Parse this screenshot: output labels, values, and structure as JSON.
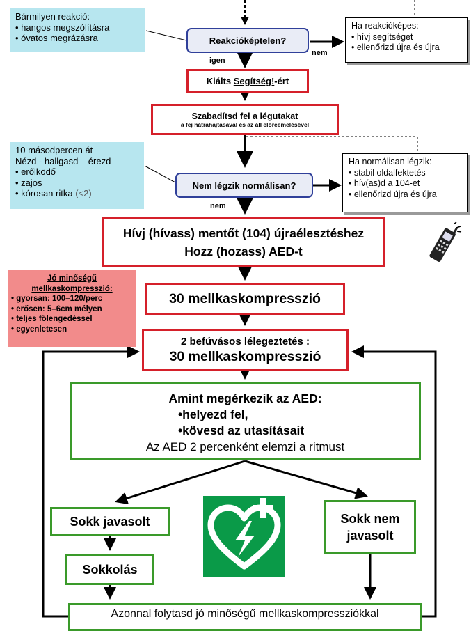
{
  "colors": {
    "red_border": "#d5202a",
    "green_border": "#3a9a2a",
    "blue_border": "#30409a",
    "note_bg": "#b7e6ef",
    "pink_bg": "#f28b8b",
    "aed_green": "#0a9a48"
  },
  "note_reaction": {
    "title": "Bármilyen reakció:",
    "items": [
      "• hangos megszólításra",
      "• óvatos megrázásra"
    ]
  },
  "decision_unresponsive": {
    "label": "Reakcióképtelen?",
    "yes_label": "igen",
    "no_label": "nem"
  },
  "side_responsive": {
    "title": "Ha reakcióképes:",
    "items": [
      "• hívj segítséget",
      "• ellenőrizd újra és újra"
    ]
  },
  "step_shout": {
    "prefix": "Kiálts ",
    "emph": "Segítség!",
    "suffix": "-ért"
  },
  "step_airway": {
    "line1": "Szabadítsd fel a légutakat",
    "line2": "a fej hátrahajtásával és az áll előreemelésével"
  },
  "note_breathing": {
    "items": [
      "10 másodpercen át",
      "Nézd - hallgasd – érezd",
      "• erőlködő",
      "• zajos"
    ],
    "last_prefix": "• kórosan ritka ",
    "last_suffix": "(<2)"
  },
  "decision_breathing": {
    "label": "Nem légzik normálisan?",
    "no_label": "nem"
  },
  "side_breathing": {
    "title": "Ha normálisan légzik:",
    "items": [
      "• stabil oldalfektetés",
      "• hív(as)d a 104-et",
      "• ellenőrizd újra és újra"
    ]
  },
  "phone_icon": "mobile-phone-icon",
  "step_call": {
    "line1": "Hívj (hívass) mentőt (104) újraélesztéshez",
    "line2": "Hozz (hozass) AED-t"
  },
  "note_compression": {
    "title_line1": "Jó minőségű",
    "title_line2": "mellkaskompresszió:",
    "items": [
      "• gyorsan: 100–120/perc",
      "• erősen: 5–6cm mélyen",
      "• teljes fölengedéssel",
      "• egyenletesen"
    ]
  },
  "step_30": {
    "label": "30 mellkaskompresszió"
  },
  "step_cycle": {
    "line1": "2 befúvásos lélegeztetés :",
    "line2": "30 mellkaskompresszió"
  },
  "step_aed": {
    "line1": "Amint megérkezik az AED:",
    "line2": "•helyezd fel,",
    "line3": "•kövesd az utasításait",
    "line4": "Az AED 2 percenként elemzi a ritmust"
  },
  "aed_icon": "aed-heart-icon",
  "shock_yes": {
    "label": "Sokk javasolt"
  },
  "shock_action": {
    "label": "Sokkolás"
  },
  "shock_no": {
    "line1": "Sokk nem",
    "line2": "javasolt"
  },
  "continue": {
    "label": "Azonnal folytasd jó minőségű mellkaskompressziókkal"
  }
}
